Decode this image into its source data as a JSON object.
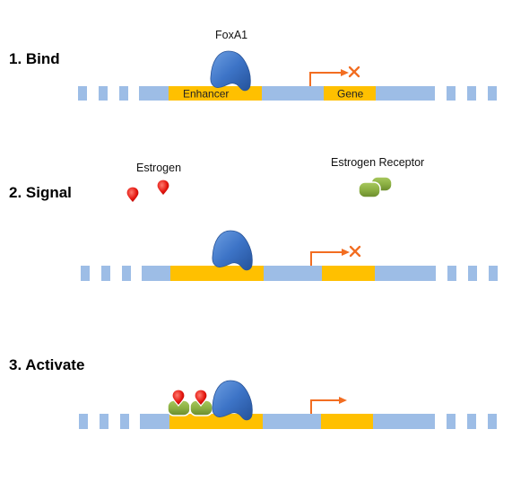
{
  "steps": [
    {
      "title": "1. Bind"
    },
    {
      "title": "2. Signal"
    },
    {
      "title": "3. Activate"
    }
  ],
  "labels": {
    "foxa1": "FoxA1",
    "enhancer": "Enhancer",
    "gene": "Gene",
    "estrogen": "Estrogen",
    "estrogen_receptor": "Estrogen Receptor"
  },
  "colors": {
    "dna": "#9dbde6",
    "region": "#ffc000",
    "foxa1": "#3d74c7",
    "arrow": "#f26d21",
    "estrogen": "#e3140d",
    "receptor": "#8cb043"
  }
}
